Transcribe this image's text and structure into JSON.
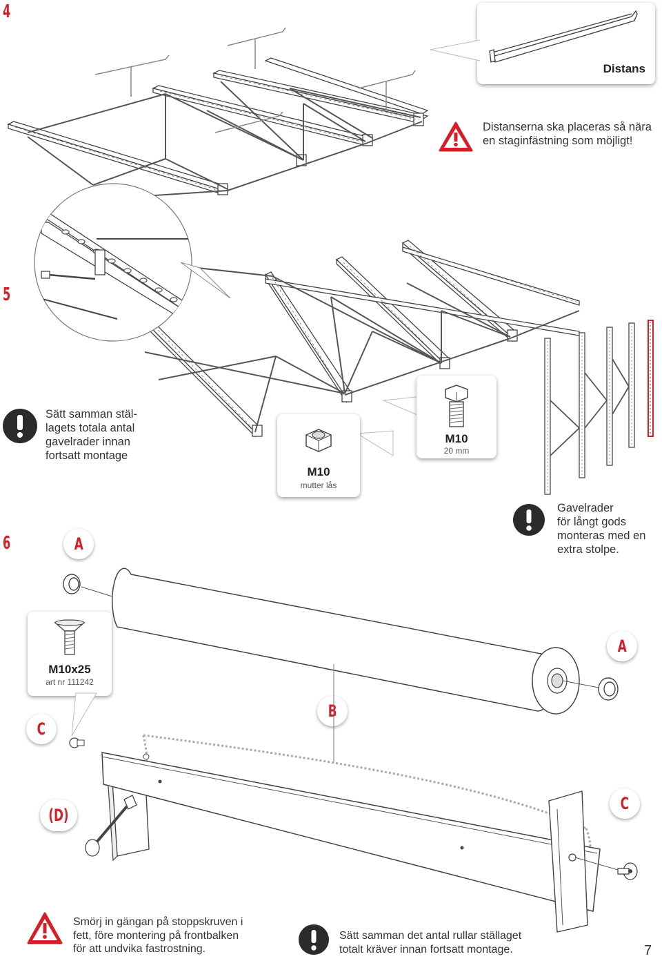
{
  "steps": {
    "s4": "4",
    "s5": "5",
    "s6": "6"
  },
  "step4": {
    "callout_label": "Distans",
    "warning_text_line1": "Distanserna ska placeras så nära",
    "warning_text_line2": "en staginfästning som möjligt!"
  },
  "step5": {
    "note_lines": [
      "Sätt samman stäl-",
      "lagets totala antal",
      "gavelrader innan",
      "fortsatt montage"
    ],
    "nut": {
      "title": "M10",
      "sub": "mutter lås"
    },
    "bolt": {
      "title": "M10",
      "sub": "20 mm"
    },
    "gavel_note_lines": [
      "Gavelrader",
      "för långt gods",
      "monteras med en",
      "extra stolpe."
    ]
  },
  "step6": {
    "label_a_left": "A",
    "label_a_right": "A",
    "label_b": "B",
    "label_c_left": "C",
    "label_c_right": "C",
    "label_d": "(D)",
    "screw": {
      "title": "M10x25",
      "sub": "art nr 111242"
    },
    "warning_lines": [
      "Smörj in gängan på stoppskruven i",
      "fett, före montering på frontbalken",
      "för att undvika fastrostning."
    ],
    "note_lines": [
      "Sätt samman det antal rullar ställaget",
      "totalt kräver innan fortsatt montage."
    ]
  },
  "page_number": "7",
  "colors": {
    "accent": "#d32028",
    "line": "#444444",
    "fill": "#ffffff",
    "icon_dark": "#2b2b2b"
  }
}
